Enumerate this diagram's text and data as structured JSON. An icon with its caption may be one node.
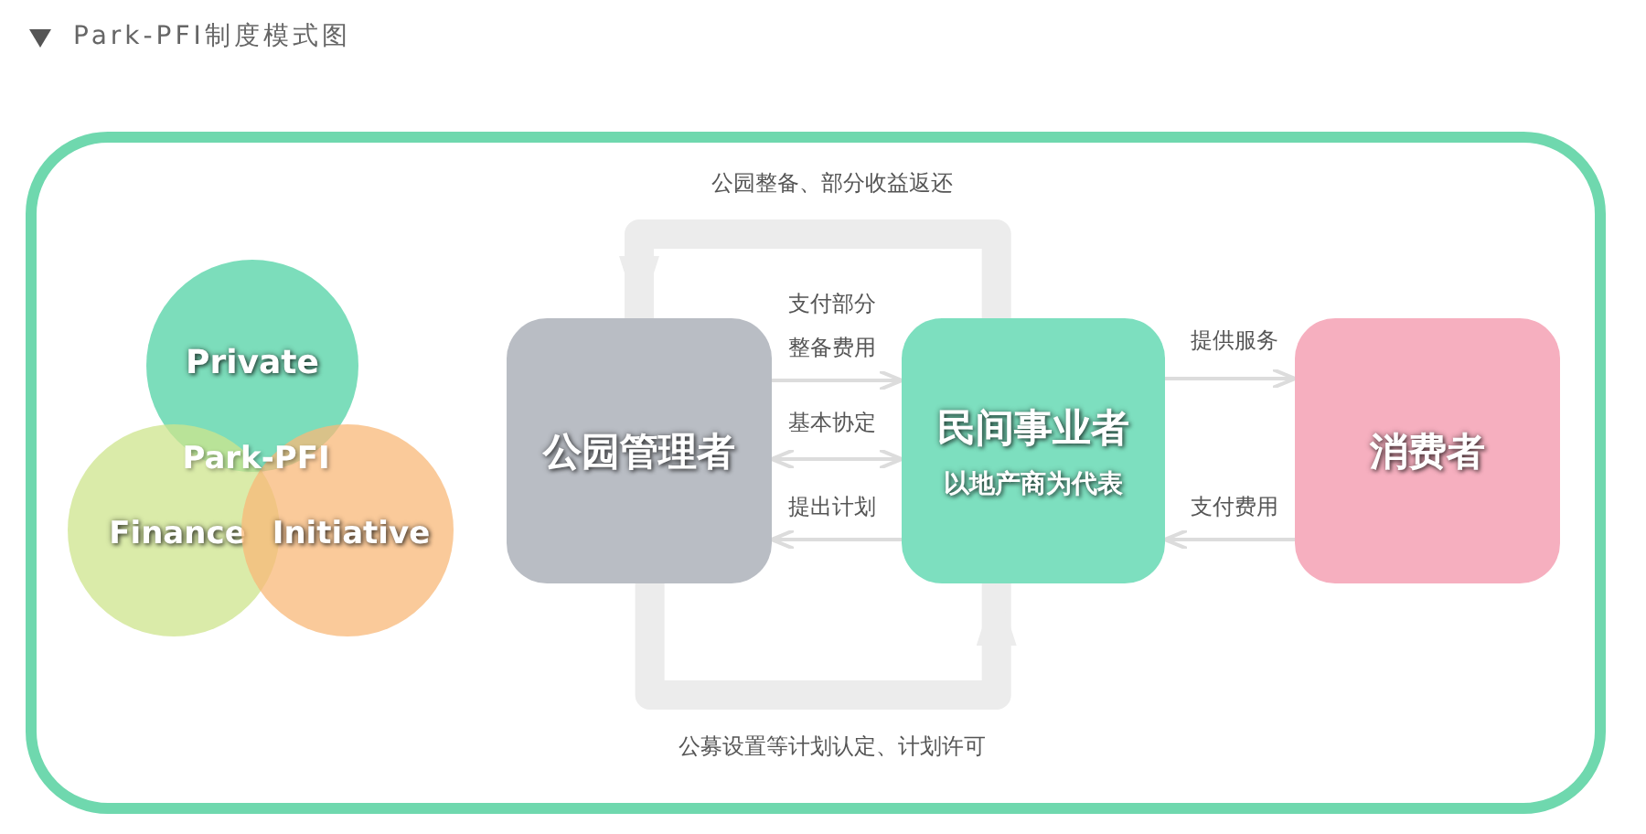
{
  "diagram": {
    "title": "Park-PFI制度模式图",
    "nodes": [
      {
        "text": [
          "Private"
        ]
      },
      {
        "text": [
          "Finance"
        ]
      },
      {
        "text": [
          "Initiative"
        ]
      },
      {
        "text": [
          "公园管理者"
        ]
      },
      {
        "text": [
          "民间事业者",
          "以地产商为代表"
        ]
      },
      {
        "text": [
          "消费者"
        ]
      }
    ],
    "edges": [
      {
        "from": 4,
        "to": 3,
        "arrow": "to",
        "label": "公园整备、部分收益返还",
        "style": "thick"
      },
      {
        "from": 3,
        "to": 4,
        "arrow": "to",
        "label": "支付部分整备费用"
      },
      {
        "from": 3,
        "to": 4,
        "arrow": "both",
        "label": "基本协定"
      },
      {
        "from": 4,
        "to": 3,
        "arrow": "to",
        "label": "提出计划"
      },
      {
        "from": 3,
        "to": 4,
        "arrow": "to",
        "label": "公募设置等计划认定、计划许可",
        "style": "thick"
      },
      {
        "from": 4,
        "to": 5,
        "arrow": "to",
        "label": "提供服务"
      },
      {
        "from": 5,
        "to": 4,
        "arrow": "to",
        "label": "支付费用"
      }
    ],
    "labels": [
      "Park-PFI"
    ]
  }
}
